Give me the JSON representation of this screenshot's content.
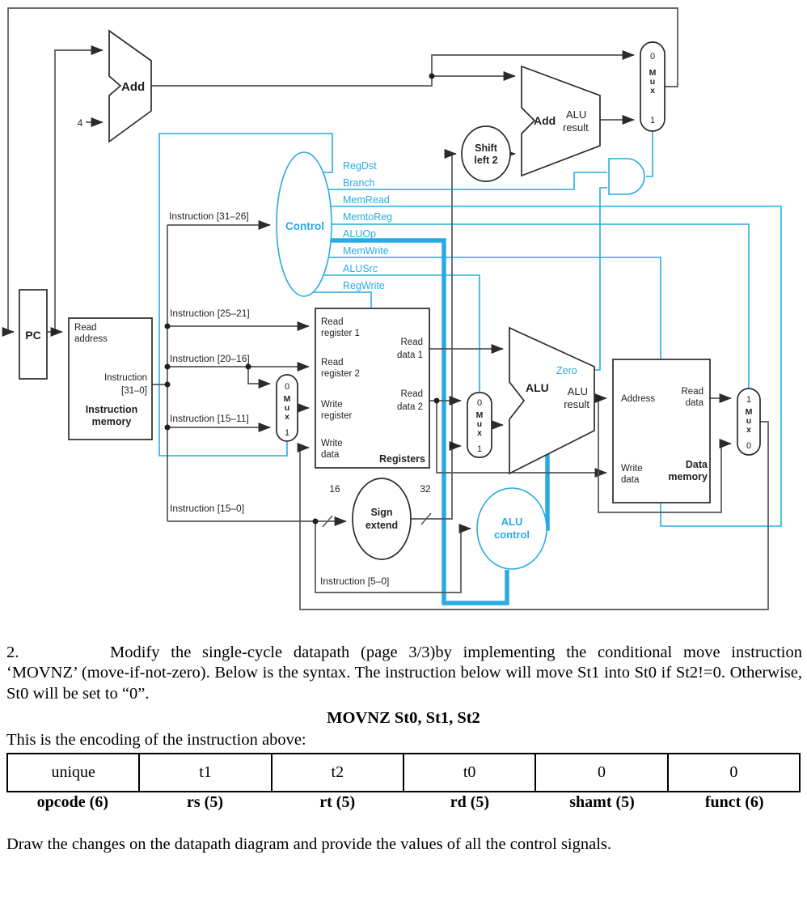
{
  "diagram": {
    "colors": {
      "signal_blue": "#29abe2",
      "wire_gray": "#55565a",
      "box_stroke": "#2b2b2d"
    },
    "pc": "PC",
    "add1": "Add",
    "four": "4",
    "add2": {
      "name": "Add",
      "res1": "ALU",
      "res2": "result"
    },
    "shift": {
      "l1": "Shift",
      "l2": "left 2"
    },
    "control": {
      "title": "Control",
      "signals": [
        "RegDst",
        "Branch",
        "MemRead",
        "MemtoReg",
        "ALUOp",
        "MemWrite",
        "ALUSrc",
        "RegWrite"
      ]
    },
    "imem": {
      "p1": "Read",
      "p2": "address",
      "o1": "Instruction",
      "o2": "[31–0]",
      "n1": "Instruction",
      "n2": "memory"
    },
    "bus": {
      "i3126": "Instruction [31–26]",
      "i2521": "Instruction [25–21]",
      "i2016": "Instruction [20–16]",
      "i1511": "Instruction [15–11]",
      "i150": "Instruction [15–0]",
      "i50": "Instruction [5–0]"
    },
    "regs": {
      "rr1a": "Read",
      "rr1b": "register 1",
      "rr2a": "Read",
      "rr2b": "register 2",
      "wra": "Write",
      "wrb": "register",
      "wda": "Write",
      "wdb": "data",
      "name": "Registers",
      "rd1a": "Read",
      "rd1b": "data 1",
      "rd2a": "Read",
      "rd2b": "data 2"
    },
    "alu": {
      "name": "ALU",
      "zero": "Zero",
      "res1": "ALU",
      "res2": "result"
    },
    "aluctl": {
      "l1": "ALU",
      "l2": "control"
    },
    "sign": {
      "l1": "Sign",
      "l2": "extend",
      "inbits": "16",
      "outbits": "32"
    },
    "dmem": {
      "addr": "Address",
      "rda": "Read",
      "rdb": "data",
      "wda": "Write",
      "wdb": "data",
      "n1": "Data",
      "n2": "memory"
    },
    "mux": {
      "m": "M",
      "u": "u",
      "x": "x",
      "zero": "0",
      "one": "1"
    }
  },
  "question": {
    "number": "2.",
    "body": "Modify the single-cycle datapath (page 3/3)by implementing the conditional move instruction ‘MOVNZ’ (move-if-not-zero). Below is the syntax. The instruction below will move St1 into St0 if St2!=0. Otherwise, St0 will be set to “0”.",
    "syntax": "MOVNZ St0, St1, St2",
    "encoding_intro": "This is the encoding of the instruction above:",
    "closing": "Draw the changes on the datapath diagram and provide the values of all the control signals."
  },
  "encoding_table": {
    "values": [
      "unique",
      "t1",
      "t2",
      "t0",
      "0",
      "0"
    ],
    "fields": [
      "opcode (6)",
      "rs (5)",
      "rt (5)",
      "rd (5)",
      "shamt (5)",
      "funct (6)"
    ]
  }
}
